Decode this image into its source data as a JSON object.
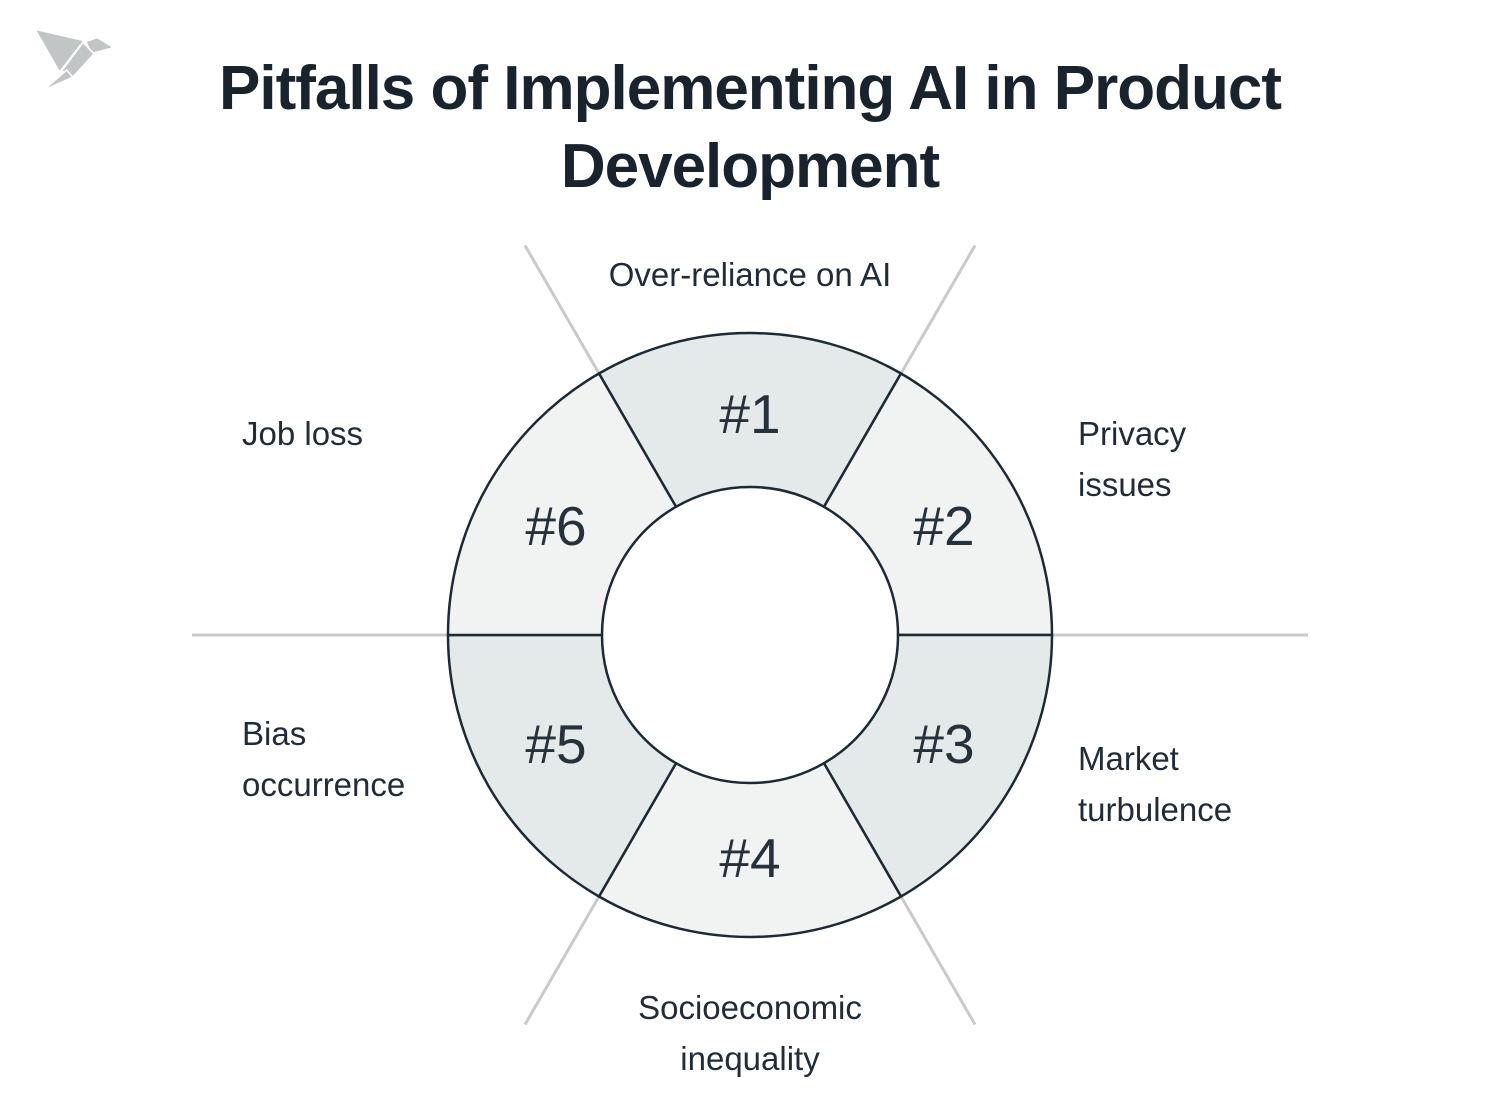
{
  "title": {
    "full": "Pitfalls of Implementing AI in Product Development",
    "line1": "Pitfalls of Implementing AI in Product",
    "line2": "Development"
  },
  "logo": {
    "icon": "origami-bird",
    "color": "#c2c5c6"
  },
  "colors": {
    "background": "#ffffff",
    "title_text": "#18232e",
    "label_text": "#212c38",
    "segment_number_text": "#27313c",
    "segment_stroke": "#1d2a35",
    "guide_line": "#c9cacb",
    "teal_fill": "#e3eae9",
    "gray_fill": "#f1f3f3"
  },
  "diagram": {
    "type": "donut-6-segments",
    "segments": [
      {
        "number": "#1",
        "label": "Over-reliance on AI",
        "fill": "#e3eae9",
        "position": "top"
      },
      {
        "number": "#2",
        "label": "Privacy issues",
        "fill": "#f1f3f3",
        "position": "right-top"
      },
      {
        "number": "#3",
        "label": "Market turbulence",
        "fill": "#e3eae9",
        "position": "right-bottom"
      },
      {
        "number": "#4",
        "label": "Socioeconomic inequality",
        "fill": "#f1f3f3",
        "position": "bottom"
      },
      {
        "number": "#5",
        "label": "Bias occurrence",
        "fill": "#e3eae9",
        "position": "left-bottom"
      },
      {
        "number": "#6",
        "label": "Job loss",
        "fill": "#f1f3f3",
        "position": "left-top"
      }
    ]
  }
}
